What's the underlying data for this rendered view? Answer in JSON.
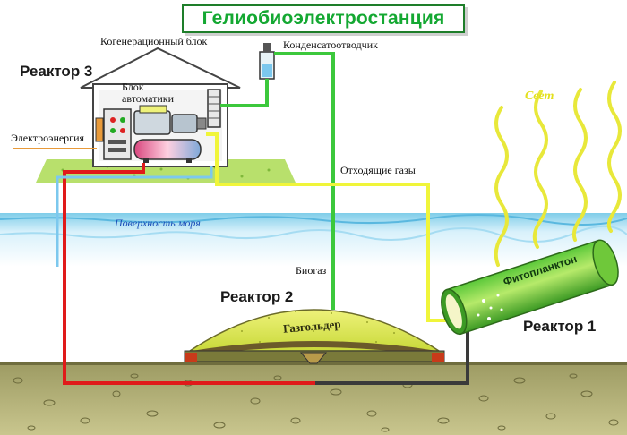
{
  "title": "Гелиобиоэлектростанция",
  "labels": {
    "reactor3": "Реактор 3",
    "reactor2": "Реактор 2",
    "reactor1": "Реактор 1",
    "cogeneration": "Когенерационный блок",
    "condensate": "Конденсатоотводчик",
    "automation_line1": "Блок",
    "automation_line2": "автоматики",
    "electricity": "Электроэнергия",
    "exhaust": "Отходящие газы",
    "sea_surface": "Поверхность моря",
    "biogas": "Биогаз",
    "gasholder": "Газгольдер",
    "phytoplankton": "Фитопланктон",
    "light": "Свет"
  },
  "colors": {
    "title_green": "#14a832",
    "sea_blue": "#bfe6f6",
    "ground_olive": "#b8b47a",
    "grass_green": "#b8e06c",
    "pipe_red": "#e01a1a",
    "pipe_yellow": "#f0f53a",
    "pipe_green": "#3cc83c",
    "pipe_blue": "#7cc8ee",
    "pipe_dark": "#3a3a3a",
    "light_yellow": "#e8e83a"
  }
}
